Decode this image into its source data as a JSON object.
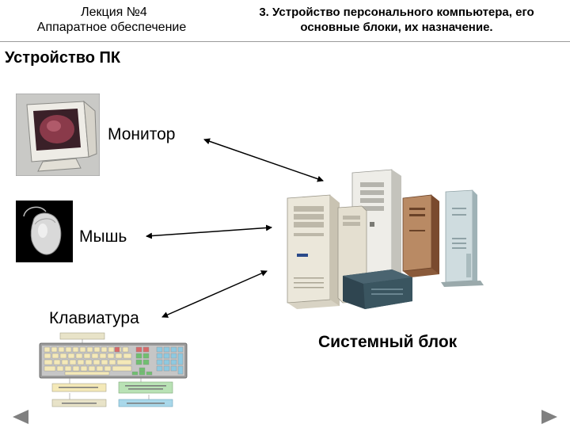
{
  "header": {
    "lecture_line1": "Лекция №4",
    "lecture_line2": "Аппаратное обеспечение",
    "topic_line1": "3. Устройство персонального компьютера, его",
    "topic_line2": "основные блоки, их назначение."
  },
  "slide": {
    "title": "Устройство ПК",
    "labels": {
      "monitor": "Монитор",
      "mouse": "Мышь",
      "keyboard": "Клавиатура",
      "system_unit": "Системный блок"
    }
  },
  "nav": {
    "prev_icon": "triangle-left-icon",
    "next_icon": "triangle-right-icon"
  },
  "colors": {
    "text": "#000000",
    "separator": "#9a9a9a",
    "nav_arrow": "#808080",
    "case_beige": "#e9e4d6",
    "monitor_screen": "#8a3a4a"
  }
}
